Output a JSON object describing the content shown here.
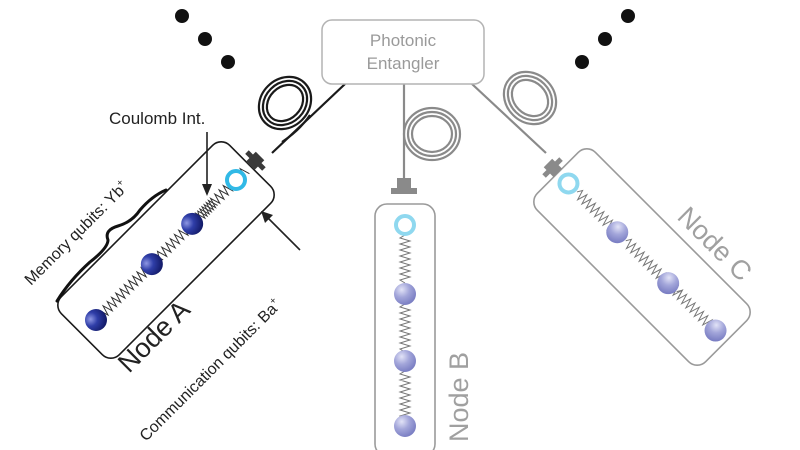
{
  "entangler": {
    "line1": "Photonic",
    "line2": "Entangler"
  },
  "labels": {
    "coulomb": "Coulomb Int.",
    "memory_prefix": "Memory qubits: Yb",
    "memory_sup": "+",
    "comm_prefix": "Communication qubits: Ba",
    "comm_sup": "+"
  },
  "nodes": {
    "a": {
      "label": "Node A"
    },
    "b": {
      "label": "Node B"
    },
    "c": {
      "label": "Node C"
    }
  },
  "colors": {
    "text": "#222222",
    "entangler_border": "#b3b3b3",
    "entangler_text": "#9a9a9a",
    "active_fiber": "#1a1a1a",
    "inactive_fiber": "#8a8a8a",
    "memory_ion_active": "#1f2b8a",
    "memory_ion_inactive": "#8f92cf",
    "comm_ion": "#31b9e6",
    "comm_ion_inactive": "#8fd8ef",
    "node_label_inactive": "#a0a0a0"
  }
}
